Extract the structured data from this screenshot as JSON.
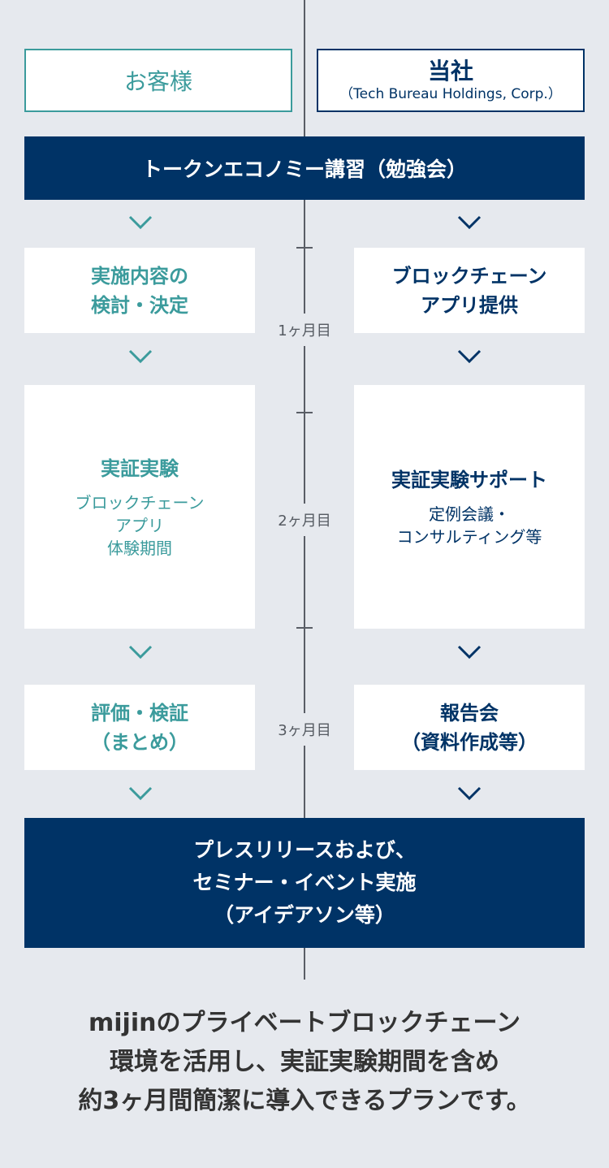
{
  "headers": {
    "customer": "お客様",
    "company_name": "当社",
    "company_sub": "（Tech Bureau Holdings, Corp.）"
  },
  "steps": {
    "first": "トークンエコノミー講習（勉強会）",
    "left1": [
      "実施内容の",
      "検討・決定"
    ],
    "right1": [
      "ブロックチェーン",
      "アプリ提供"
    ],
    "left2_title": "実証実験",
    "left2_sub": [
      "ブロックチェーン",
      "アプリ",
      "体験期間"
    ],
    "right2_title": "実証実験サポート",
    "right2_sub": [
      "定例会議・",
      "コンサルティング等"
    ],
    "left3": [
      "評価・検証",
      "（まとめ）"
    ],
    "right3": [
      "報告会",
      "（資料作成等）"
    ],
    "last": [
      "プレスリリースおよび、",
      "セミナー・イベント実施",
      "（アイデアソン等）"
    ]
  },
  "months": [
    "1ヶ月目",
    "2ヶ月目",
    "3ヶ月目"
  ],
  "summary": [
    "mijinのプライベートブロックチェーン",
    "環境を活用し、実証実験期間を含め",
    "約3ヶ月間簡潔に導入できるプランです。"
  ],
  "colors": {
    "navy": "#003366",
    "teal": "#3b9b9c",
    "background": "#e6e9ee",
    "timeline": "#5a5e66"
  },
  "icons": {
    "arrow": "chevron-down-icon"
  }
}
